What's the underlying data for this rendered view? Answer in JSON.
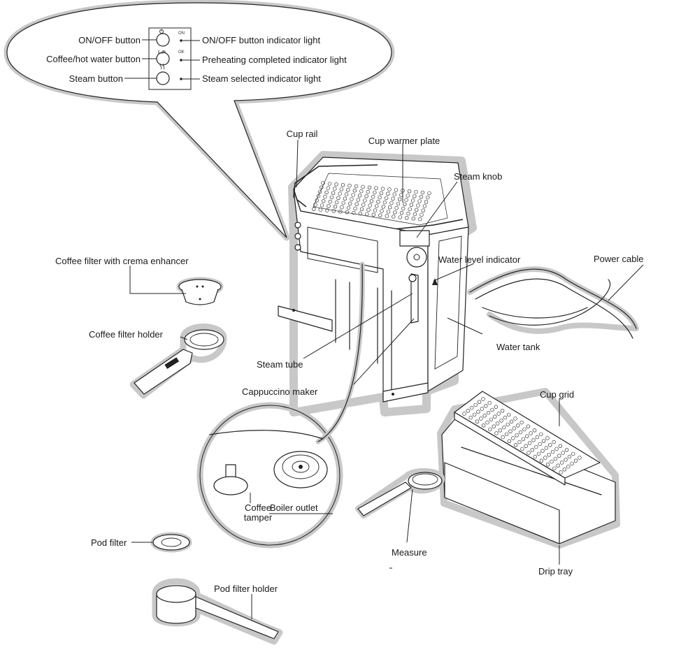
{
  "panel": {
    "buttons": {
      "onoff": "ON/OFF button",
      "coffee": "Coffee/hot water button",
      "steam": "Steam button"
    },
    "lights": {
      "onoff": "ON/OFF button indicator light",
      "preheat": "Preheating completed indicator light",
      "steam": "Steam selected indicator light"
    },
    "tiny": {
      "on": "ON",
      "ok": "OK"
    }
  },
  "parts": {
    "cup_rail": "Cup rail",
    "cup_warmer_plate": "Cup warmer plate",
    "steam_knob": "Steam knob",
    "water_level_indicator": "Water level indicator",
    "power_cable": "Power cable",
    "coffee_filter_crema": "Coffee filter with crema enhancer",
    "coffee_filter_holder": "Coffee filter holder",
    "steam_tube": "Steam tube",
    "water_tank": "Water tank",
    "cappuccino_maker": "Cappuccino maker",
    "cup_grid": "Cup grid",
    "coffee_tamper_1": "Coffee",
    "coffee_tamper_2": "tamper",
    "boiler_outlet": "Boiler outlet",
    "drip_tray": "Drip tray",
    "pod_filter": "Pod filter",
    "pod_filter_holder": "Pod filter holder",
    "measure": "Measure"
  },
  "icons": [
    "power-icon",
    "cup-icon",
    "steam-icon"
  ]
}
